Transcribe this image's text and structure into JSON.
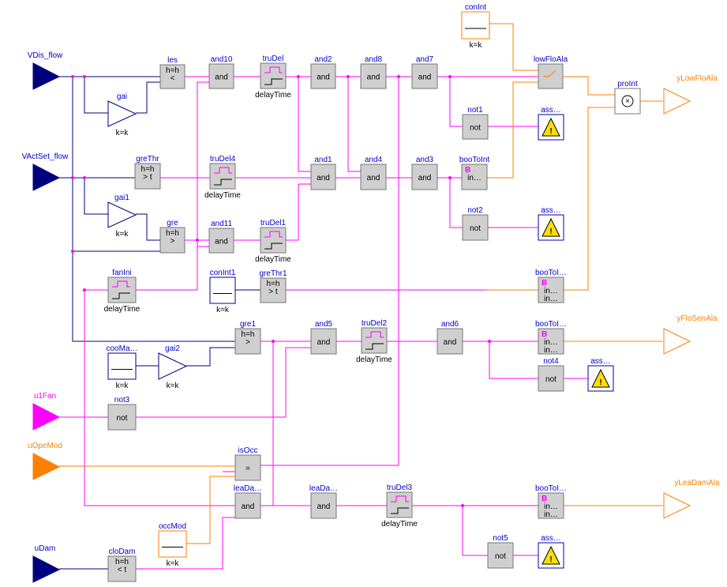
{
  "colors": {
    "real": "#00007f",
    "bool": "#ff00ff",
    "int": "#ff7f00",
    "label": "#0000cc",
    "block_fill": "#cfcfcf"
  },
  "inputs": [
    {
      "id": "vdis",
      "label": "VDis_flow",
      "kind": "real"
    },
    {
      "id": "vact",
      "label": "VActSet_flow",
      "kind": "real"
    },
    {
      "id": "u1fan",
      "label": "u1Fan",
      "kind": "bool"
    },
    {
      "id": "uope",
      "label": "uOpeMod",
      "kind": "int"
    },
    {
      "id": "udam",
      "label": "uDam",
      "kind": "real"
    }
  ],
  "outputs": [
    {
      "id": "ylow",
      "label": "yLowFloAla"
    },
    {
      "id": "yflo",
      "label": "yFloSenAla"
    },
    {
      "id": "ylea",
      "label": "yLeaDamAla"
    }
  ],
  "blocks": [
    {
      "id": "les",
      "label": "les",
      "body": [
        "h=h",
        "<"
      ],
      "kind": "cmp"
    },
    {
      "id": "gai",
      "label": "gai",
      "sub": "k=k",
      "kind": "gain"
    },
    {
      "id": "and10",
      "label": "and10",
      "body": [
        "and"
      ],
      "kind": "bool"
    },
    {
      "id": "truDel",
      "label": "truDel",
      "sub": "delayTime",
      "kind": "delay"
    },
    {
      "id": "and2",
      "label": "and2",
      "body": [
        "and"
      ],
      "kind": "bool"
    },
    {
      "id": "and8",
      "label": "and8",
      "body": [
        "and"
      ],
      "kind": "bool"
    },
    {
      "id": "and7",
      "label": "and7",
      "body": [
        "and"
      ],
      "kind": "bool"
    },
    {
      "id": "conInt",
      "label": "conInt",
      "sub": "k=k",
      "kind": "const"
    },
    {
      "id": "lowFloAla",
      "label": "lowFloAla",
      "body": [],
      "kind": "switch"
    },
    {
      "id": "proInt",
      "label": "proInt",
      "body": [
        "×"
      ],
      "kind": "prod"
    },
    {
      "id": "not1",
      "label": "not1",
      "body": [
        "not"
      ],
      "kind": "bool"
    },
    {
      "id": "ass1",
      "label": "ass…",
      "kind": "warn"
    },
    {
      "id": "greThr",
      "label": "greThr",
      "body": [
        "h=h",
        "> t"
      ],
      "kind": "cmp"
    },
    {
      "id": "truDel4",
      "label": "truDel4",
      "sub": "delayTime",
      "kind": "delay"
    },
    {
      "id": "and1",
      "label": "and1",
      "body": [
        "and"
      ],
      "kind": "bool"
    },
    {
      "id": "and4",
      "label": "and4",
      "body": [
        "and"
      ],
      "kind": "bool"
    },
    {
      "id": "and3",
      "label": "and3",
      "body": [
        "and"
      ],
      "kind": "bool"
    },
    {
      "id": "booToInt",
      "label": "booToInt",
      "body": [
        "B",
        "in…"
      ],
      "kind": "b2i"
    },
    {
      "id": "gai1",
      "label": "gai1",
      "sub": "k=k",
      "kind": "gain"
    },
    {
      "id": "gre",
      "label": "gre",
      "body": [
        "h=h",
        ">"
      ],
      "kind": "cmp"
    },
    {
      "id": "and11",
      "label": "and11",
      "body": [
        "and"
      ],
      "kind": "bool"
    },
    {
      "id": "truDel1",
      "label": "truDel1",
      "sub": "delayTime",
      "kind": "delay"
    },
    {
      "id": "not2",
      "label": "not2",
      "body": [
        "not"
      ],
      "kind": "bool"
    },
    {
      "id": "ass2",
      "label": "ass…",
      "kind": "warn"
    },
    {
      "id": "fanIni",
      "label": "fanIni",
      "sub": "delayTime",
      "kind": "delay"
    },
    {
      "id": "conInt1",
      "label": "conInt1",
      "sub": "k=k",
      "kind": "const"
    },
    {
      "id": "greThr1",
      "label": "greThr1",
      "body": [
        "h=h",
        "> t"
      ],
      "kind": "cmp"
    },
    {
      "id": "booToI1",
      "label": "booToI…",
      "body": [
        "B",
        "in…",
        "in…"
      ],
      "kind": "b2i"
    },
    {
      "id": "gre1",
      "label": "gre1",
      "body": [
        "h=h",
        ">"
      ],
      "kind": "cmp"
    },
    {
      "id": "cooMa",
      "label": "cooMa…",
      "sub": "k=k",
      "kind": "const"
    },
    {
      "id": "gai2",
      "label": "gai2",
      "sub": "k=k",
      "kind": "gain"
    },
    {
      "id": "and5",
      "label": "and5",
      "body": [
        "and"
      ],
      "kind": "bool"
    },
    {
      "id": "truDel2",
      "label": "truDel2",
      "sub": "delayTime",
      "kind": "delay"
    },
    {
      "id": "and6",
      "label": "and6",
      "body": [
        "and"
      ],
      "kind": "bool"
    },
    {
      "id": "booToI2",
      "label": "booToI…",
      "body": [
        "B",
        "in…",
        "in…"
      ],
      "kind": "b2i"
    },
    {
      "id": "not4",
      "label": "not4",
      "body": [
        "not"
      ],
      "kind": "bool"
    },
    {
      "id": "ass4",
      "label": "ass…",
      "kind": "warn"
    },
    {
      "id": "not3",
      "label": "not3",
      "body": [
        "not"
      ],
      "kind": "bool"
    },
    {
      "id": "isOcc",
      "label": "isOcc",
      "body": [
        "="
      ],
      "kind": "eq"
    },
    {
      "id": "leaDa1",
      "label": "leaDa…",
      "body": [
        "and"
      ],
      "kind": "bool"
    },
    {
      "id": "leaDa2",
      "label": "leaDa…",
      "body": [
        "and"
      ],
      "kind": "bool"
    },
    {
      "id": "truDel3",
      "label": "truDel3",
      "sub": "delayTime",
      "kind": "delay"
    },
    {
      "id": "booToI3",
      "label": "booToI…",
      "body": [
        "B",
        "in…",
        "in…"
      ],
      "kind": "b2i"
    },
    {
      "id": "occMod",
      "label": "occMod",
      "sub": "k=k",
      "kind": "const"
    },
    {
      "id": "not5",
      "label": "not5",
      "body": [
        "not"
      ],
      "kind": "bool"
    },
    {
      "id": "ass5",
      "label": "ass…",
      "kind": "warn"
    },
    {
      "id": "cloDam",
      "label": "cloDam",
      "body": [
        "h=h",
        "< t"
      ],
      "kind": "cmp"
    }
  ]
}
